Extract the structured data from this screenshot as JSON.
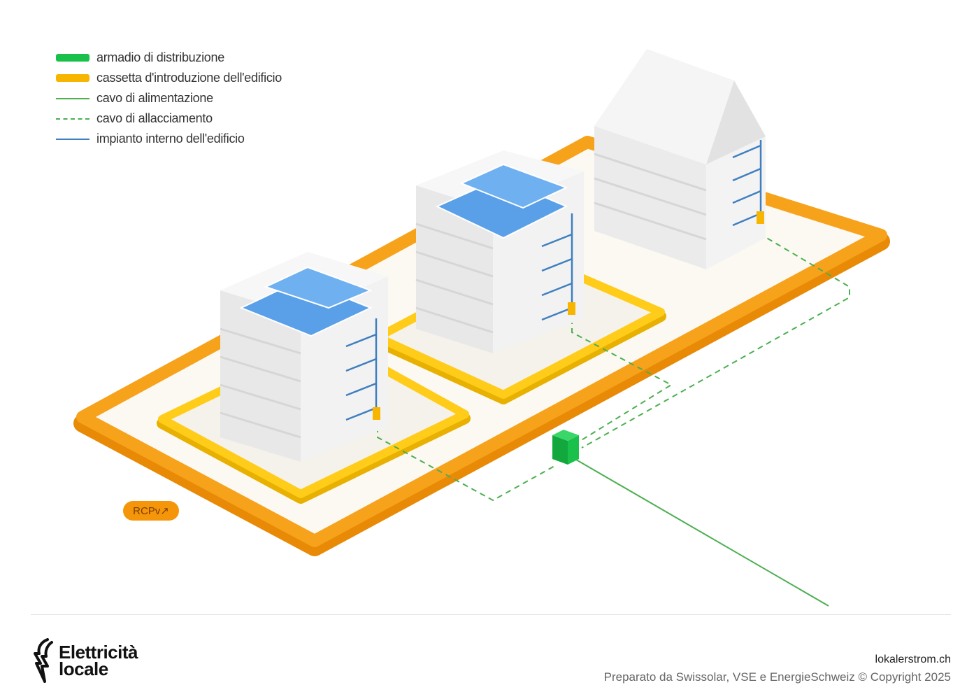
{
  "legend": {
    "items": [
      {
        "label": "armadio di distribuzione",
        "kind": "block",
        "color": "#19c14a"
      },
      {
        "label": "cassetta d'introduzione dell'edificio",
        "kind": "block",
        "color": "#f7b500"
      },
      {
        "label": "cavo di alimentazione",
        "kind": "line",
        "color": "#4caf50"
      },
      {
        "label": "cavo di allacciamento",
        "kind": "dash",
        "color": "#4caf50"
      },
      {
        "label": "impianto interno dell'edificio",
        "kind": "line",
        "color": "#3f7fc0"
      }
    ]
  },
  "badge": {
    "label": "RCPv↗"
  },
  "footer": {
    "brand_line1": "Elettricità",
    "brand_line2": "locale",
    "site": "lokalerstrom.ch",
    "credit": "Preparato da Swissolar, VSE e EnergieSchweiz © Copyright 2025"
  },
  "colors": {
    "outer_ring": "#f5960a",
    "inner_ring": "#ffc80a",
    "ground": "#f7f5ef",
    "distribution_cabinet": "#19c14a",
    "cable": "#4caf50",
    "internal": "#3f7fc0",
    "solar": "#5aa0e8"
  },
  "icons": {
    "brand": "lightning-plug-icon"
  }
}
